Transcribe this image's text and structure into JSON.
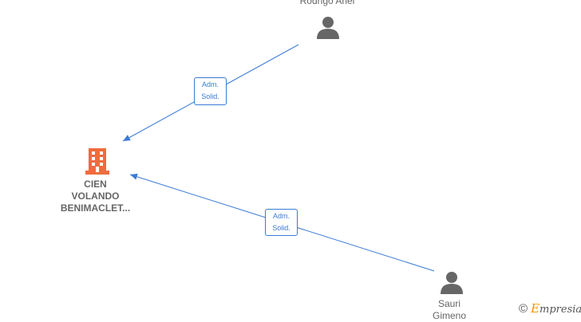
{
  "nodes": {
    "company": {
      "lines": [
        "CIEN",
        "VOLANDO",
        "BENIMACLET..."
      ],
      "icon": "building-icon",
      "color": "#f26a3d"
    },
    "person_top": {
      "lines": [
        "Rodrigo Ariel"
      ],
      "icon": "person-icon",
      "color": "#666666"
    },
    "person_bottom": {
      "lines": [
        "Sauri",
        "Gimeno"
      ],
      "icon": "person-icon",
      "color": "#666666"
    }
  },
  "edges": [
    {
      "from": "person_top",
      "to": "company",
      "label": [
        "Adm.",
        "Solid."
      ]
    },
    {
      "from": "person_bottom",
      "to": "company",
      "label": [
        "Adm.",
        "Solid."
      ]
    }
  ],
  "edge_color": "#3a7bd5",
  "watermark": {
    "symbol": "©",
    "brand_initial": "E",
    "brand_rest": "mpresia",
    "accent": "#f29400"
  }
}
